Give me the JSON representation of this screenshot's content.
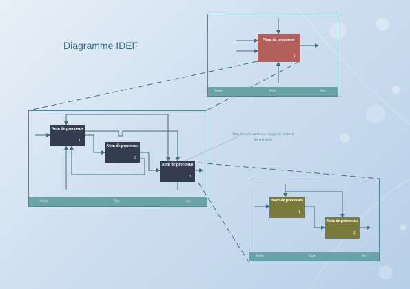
{
  "title": "Diagramme IDEF",
  "callout": "Drag the side handles to change the width of the text block",
  "footer_labels": {
    "node": "Node:",
    "title": "Title:",
    "no": "No.:"
  },
  "top_diagram": {
    "box": {
      "label": "Nom de processus",
      "number": "1",
      "color": "#b35f5c"
    }
  },
  "middle_diagram": {
    "boxes": [
      {
        "label": "Nom de processus",
        "number": "1",
        "color": "#333d4e"
      },
      {
        "label": "Nom de processus",
        "number": "2",
        "color": "#333d4e"
      },
      {
        "label": "Nom de processus",
        "number": "3",
        "color": "#333d4e"
      }
    ]
  },
  "bottom_diagram": {
    "boxes": [
      {
        "label": "Nom de processus",
        "number": "1",
        "color": "#7a7a3c"
      },
      {
        "label": "Nom de processus",
        "number": "2",
        "color": "#7a7a3c"
      }
    ]
  },
  "colors": {
    "frame": "#4e8a94",
    "footer": "#6aa3a6",
    "lines": "#3d6f78"
  }
}
